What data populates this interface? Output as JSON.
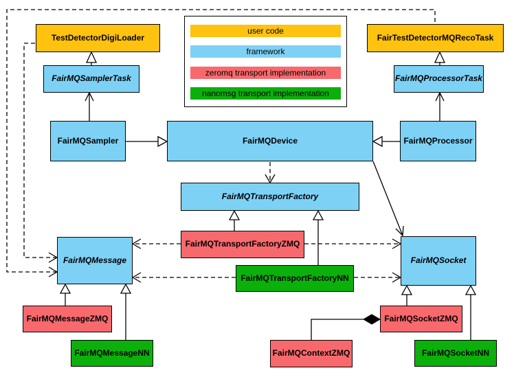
{
  "legend": {
    "items": [
      {
        "label": "user code",
        "color": "#FFC20E"
      },
      {
        "label": "framework",
        "color": "#7DD1F5"
      },
      {
        "label": "zeromq transport implementation",
        "color": "#F8696D"
      },
      {
        "label": "nanomsg transport implementation",
        "color": "#0BB00B"
      }
    ]
  },
  "nodes": {
    "testDetectorDigiLoader": {
      "label": "TestDetectorDigiLoader",
      "category": "user code",
      "italic": false
    },
    "fairMQSamplerTask": {
      "label": "FairMQSamplerTask",
      "category": "framework",
      "italic": true
    },
    "fairTestDetectorMQRecoTask": {
      "label": "FairTestDetectorMQRecoTask",
      "category": "user code",
      "italic": false
    },
    "fairMQProcessorTask": {
      "label": "FairMQProcessorTask",
      "category": "framework",
      "italic": true
    },
    "fairMQSampler": {
      "label": "FairMQSampler",
      "category": "framework",
      "italic": false
    },
    "fairMQDevice": {
      "label": "FairMQDevice",
      "category": "framework",
      "italic": false
    },
    "fairMQProcessor": {
      "label": "FairMQProcessor",
      "category": "framework",
      "italic": false
    },
    "fairMQTransportFactory": {
      "label": "FairMQTransportFactory",
      "category": "framework",
      "italic": true
    },
    "fairMQTransportFactoryZMQ": {
      "label": "FairMQTransportFactoryZMQ",
      "category": "zeromq transport implementation",
      "italic": false
    },
    "fairMQTransportFactoryNN": {
      "label": "FairMQTransportFactoryNN",
      "category": "nanomsg transport implementation",
      "italic": false
    },
    "fairMQMessage": {
      "label": "FairMQMessage",
      "category": "framework",
      "italic": true
    },
    "fairMQSocket": {
      "label": "FairMQSocket",
      "category": "framework",
      "italic": true
    },
    "fairMQMessageZMQ": {
      "label": "FairMQMessageZMQ",
      "category": "zeromq transport implementation",
      "italic": false
    },
    "fairMQMessageNN": {
      "label": "FairMQMessageNN",
      "category": "nanomsg transport implementation",
      "italic": false
    },
    "fairMQSocketZMQ": {
      "label": "FairMQSocketZMQ",
      "category": "zeromq transport implementation",
      "italic": false
    },
    "fairMQContextZMQ": {
      "label": "FairMQContextZMQ",
      "category": "zeromq transport implementation",
      "italic": false
    },
    "fairMQSocketNN": {
      "label": "FairMQSocketNN",
      "category": "nanomsg transport implementation",
      "italic": false
    }
  },
  "edges": [
    {
      "from": "FairMQSamplerTask",
      "to": "TestDetectorDigiLoader",
      "type": "generalization"
    },
    {
      "from": "FairMQSampler",
      "to": "FairMQSamplerTask",
      "type": "arrow"
    },
    {
      "from": "FairMQSampler",
      "to": "FairMQDevice",
      "type": "generalization"
    },
    {
      "from": "FairMQProcessor",
      "to": "FairMQDevice",
      "type": "generalization"
    },
    {
      "from": "FairMQProcessor",
      "to": "FairMQProcessorTask",
      "type": "arrow"
    },
    {
      "from": "FairMQProcessorTask",
      "to": "FairTestDetectorMQRecoTask",
      "type": "generalization"
    },
    {
      "from": "FairMQDevice",
      "to": "FairMQTransportFactory",
      "type": "dashed-dependency"
    },
    {
      "from": "FairMQDevice",
      "to": "FairMQSocket",
      "type": "arrow"
    },
    {
      "from": "TestDetectorDigiLoader",
      "to": "FairMQMessage",
      "type": "dashed-dependency"
    },
    {
      "from": "FairTestDetectorMQRecoTask",
      "to": "FairMQMessage",
      "type": "dashed-dependency"
    },
    {
      "from": "FairMQTransportFactoryZMQ",
      "to": "FairMQTransportFactory",
      "type": "generalization"
    },
    {
      "from": "FairMQTransportFactoryNN",
      "to": "FairMQTransportFactory",
      "type": "generalization"
    },
    {
      "from": "FairMQTransportFactoryZMQ",
      "to": "FairMQMessage",
      "type": "dashed-dependency"
    },
    {
      "from": "FairMQTransportFactoryZMQ",
      "to": "FairMQSocket",
      "type": "dashed-dependency"
    },
    {
      "from": "FairMQTransportFactoryNN",
      "to": "FairMQMessage",
      "type": "dashed-dependency"
    },
    {
      "from": "FairMQTransportFactoryNN",
      "to": "FairMQSocket",
      "type": "dashed-dependency"
    },
    {
      "from": "FairMQMessageZMQ",
      "to": "FairMQMessage",
      "type": "generalization"
    },
    {
      "from": "FairMQMessageNN",
      "to": "FairMQMessage",
      "type": "generalization"
    },
    {
      "from": "FairMQSocketZMQ",
      "to": "FairMQSocket",
      "type": "generalization"
    },
    {
      "from": "FairMQSocketNN",
      "to": "FairMQSocket",
      "type": "generalization"
    },
    {
      "from": "FairMQContextZMQ",
      "to": "FairMQSocketZMQ",
      "type": "composition"
    }
  ]
}
